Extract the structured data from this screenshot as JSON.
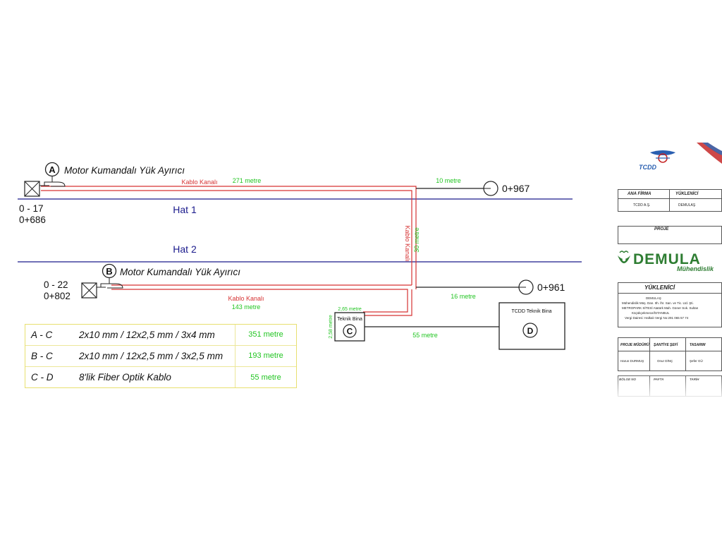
{
  "colors": {
    "cable": "#d63333",
    "track": "#1a1a8c",
    "measure": "#22c522",
    "line": "#222222"
  },
  "diagram": {
    "track_labels": [
      "Hat 1",
      "Hat 2"
    ],
    "point_a": {
      "letter": "A",
      "title": "Motor Kumandalı Yük Ayırıcı",
      "km1": "0 - 17",
      "km2": "0+686"
    },
    "point_b": {
      "letter": "B",
      "title": "Motor Kumandalı Yük Ayırıcı",
      "km1": "0 - 22",
      "km2": "0+802"
    },
    "cable_channel_a": "Kablo Kanalı",
    "len_271": "271 metre",
    "len_10": "10 metre",
    "end_967": "0+967",
    "vertical_channel": "Kablo Kanalı",
    "len_30": "30 metre",
    "cable_channel_b": "Kablo Kanalı",
    "len_143": "143 metre",
    "len_16": "16 metre",
    "end_961": "0+961",
    "len_265": "2,65 metre",
    "len_258": "2,58 metre",
    "building_c_label": "Teknik Bina",
    "building_c_letter": "C",
    "len_55": "55 metre",
    "building_d_label": "TCDD Teknik Bina",
    "building_d_letter": "D"
  },
  "legend": [
    {
      "code": "A - C",
      "spec": "2x10 mm / 12x2,5 mm / 3x4 mm",
      "length": "351 metre"
    },
    {
      "code": "B - C",
      "spec": "2x10 mm / 12x2,5 mm / 3x2,5 mm",
      "length": "193 metre"
    },
    {
      "code": "C - D",
      "spec": "8'lik Fiber Optik Kablo",
      "length": "55 metre"
    }
  ],
  "title_block": {
    "logo_text": "TCDD",
    "ana_firma_label": "ANA FİRMA",
    "yuklenici_label": "YÜKLENİCİ",
    "ana_firma_value": "TCDD A.Ş.",
    "yuklenici_value": "DEMULAŞ",
    "proje_label": "PROJE",
    "company_name": "DEMULA",
    "company_sub": "Mühendislik",
    "yuklenici_heading": "YÜKLENİCİ",
    "address_lines": [
      "DEMULAŞ",
      "Mühendislik Müş. Dan. Ith. İhr. San. ve Tic. Ltd. Şti.",
      "METROPARK SİTESİ Atatürk Mah. Güner Sok. Sultan",
      "Küçükçekmece/İSTANBUL",
      "Vergi Dairesi: Halkalı Vergi No:291 065 57 74"
    ],
    "proje_muduru_label": "PROJE MÜDÜRÜ",
    "santiye_sefi_label": "ŞANTİYE ŞEFİ",
    "tasarim_label": "TASARIM",
    "proje_muduru_name": "Harun DURMUŞ",
    "santiye_sefi_name": "Onur DİNÇ",
    "tasarim_name": "Şefer GÜ",
    "bolge_label": "BÖLGE NO",
    "pafta_label": "PAFTA",
    "tarih_label": "TARİH"
  }
}
